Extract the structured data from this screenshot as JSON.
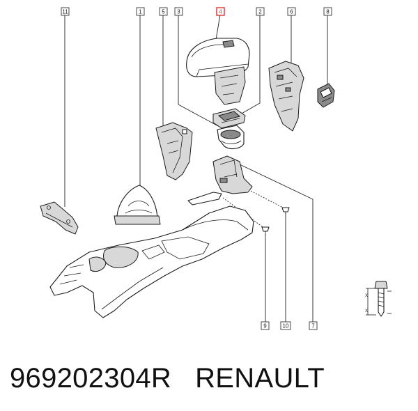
{
  "callouts": [
    {
      "id": "11",
      "highlight": false
    },
    {
      "id": "1",
      "highlight": false
    },
    {
      "id": "5",
      "highlight": false
    },
    {
      "id": "3",
      "highlight": false
    },
    {
      "id": "4",
      "highlight": true
    },
    {
      "id": "2",
      "highlight": false
    },
    {
      "id": "6",
      "highlight": false
    },
    {
      "id": "8",
      "highlight": false
    },
    {
      "id": "9",
      "highlight": false
    },
    {
      "id": "10",
      "highlight": false
    },
    {
      "id": "7",
      "highlight": false
    }
  ],
  "legend": {
    "x_mark": "X"
  },
  "caption": {
    "part_number": "969202304R",
    "brand": "RENAULT"
  },
  "colors": {
    "highlight": "#e03030",
    "line": "#1a1a1a"
  }
}
